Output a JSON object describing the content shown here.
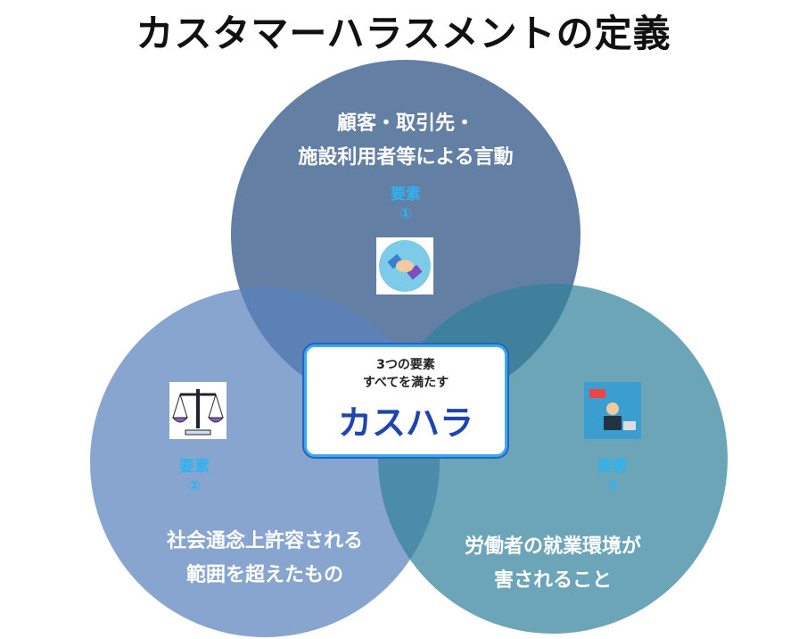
{
  "title": "カスタマーハラスメントの定義",
  "elements": [
    {
      "label": "要素",
      "number": "①",
      "text": [
        "顧客・取引先・",
        "施設利用者等による言動"
      ],
      "icon": "handshake-icon"
    },
    {
      "label": "要素",
      "number": "②",
      "text": [
        "社会通念上許容される",
        "範囲を超えたもの"
      ],
      "icon": "scales-icon"
    },
    {
      "label": "要素",
      "number": "③",
      "text": [
        "労働者の就業環境が",
        "害されること"
      ],
      "icon": "office-worker-icon"
    }
  ],
  "center": {
    "line1": "3つの要素",
    "line2": "すべてを満たす",
    "main": "カスハラ"
  },
  "colors": {
    "accent": "#2fb3f0",
    "center_text": "#1e44b0"
  }
}
